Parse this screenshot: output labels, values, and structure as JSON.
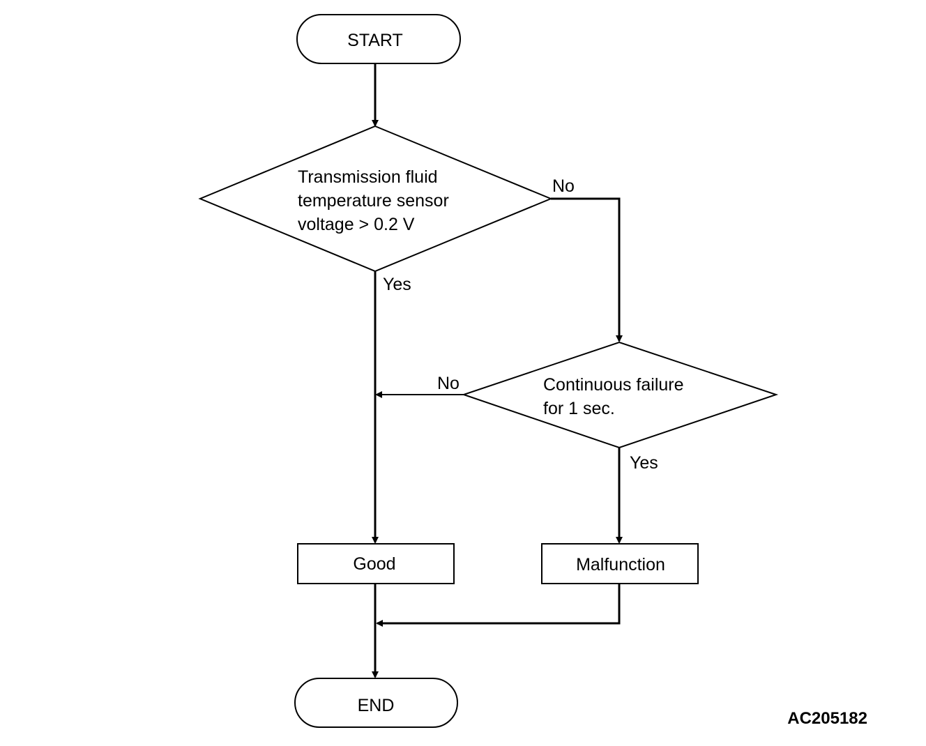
{
  "start": "START",
  "decision1": {
    "lines": [
      "Transmission fluid",
      "temperature sensor",
      "voltage > 0.2 V"
    ],
    "yes": "Yes",
    "no": "No"
  },
  "decision2": {
    "lines": [
      "Continuous failure",
      "for 1 sec."
    ],
    "yes": "Yes",
    "no": "No"
  },
  "good": "Good",
  "malfunction": "Malfunction",
  "end": "END",
  "figure_code": "AC205182"
}
